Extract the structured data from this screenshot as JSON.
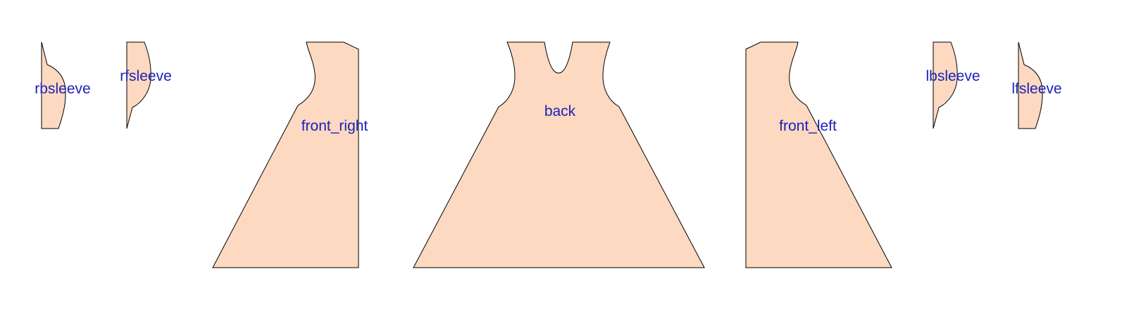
{
  "colors": {
    "background": "#ffffff",
    "piece_fill": "#fdd9c1",
    "piece_stroke": "#000000",
    "label": "#1a22b8"
  },
  "pieces": {
    "rbsleeve": {
      "label": "rbsleeve"
    },
    "rfsleeve": {
      "label": "rfsleeve"
    },
    "front_right": {
      "label": "front_right"
    },
    "back": {
      "label": "back"
    },
    "front_left": {
      "label": "front_left"
    },
    "lbsleeve": {
      "label": "lbsleeve"
    },
    "lfsleeve": {
      "label": "lfsleeve"
    }
  }
}
